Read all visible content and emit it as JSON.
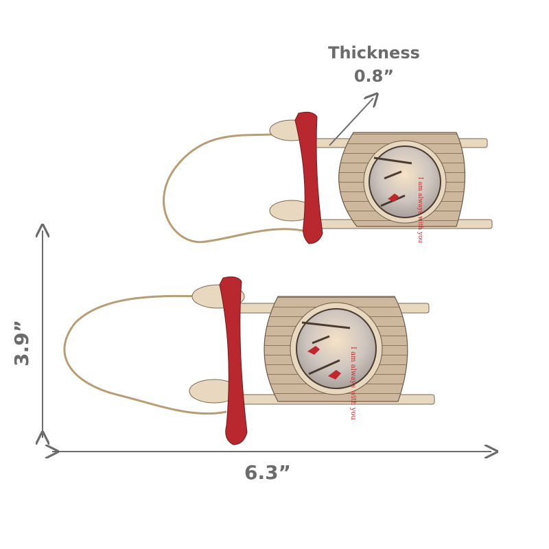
{
  "dimensions": {
    "thickness_title": "Thickness",
    "thickness_value": "0.8”",
    "height_value": "3.9”",
    "width_value": "6.3”"
  },
  "ornament_text": "I am always with you",
  "colors": {
    "dimension_gray": "#6b6b6b",
    "wood_light": "#e8d8c0",
    "wood_panel": "#c9b49a",
    "wood_dark": "#4a3a30",
    "red_handle": "#b8282e",
    "twine": "#b89c74"
  }
}
